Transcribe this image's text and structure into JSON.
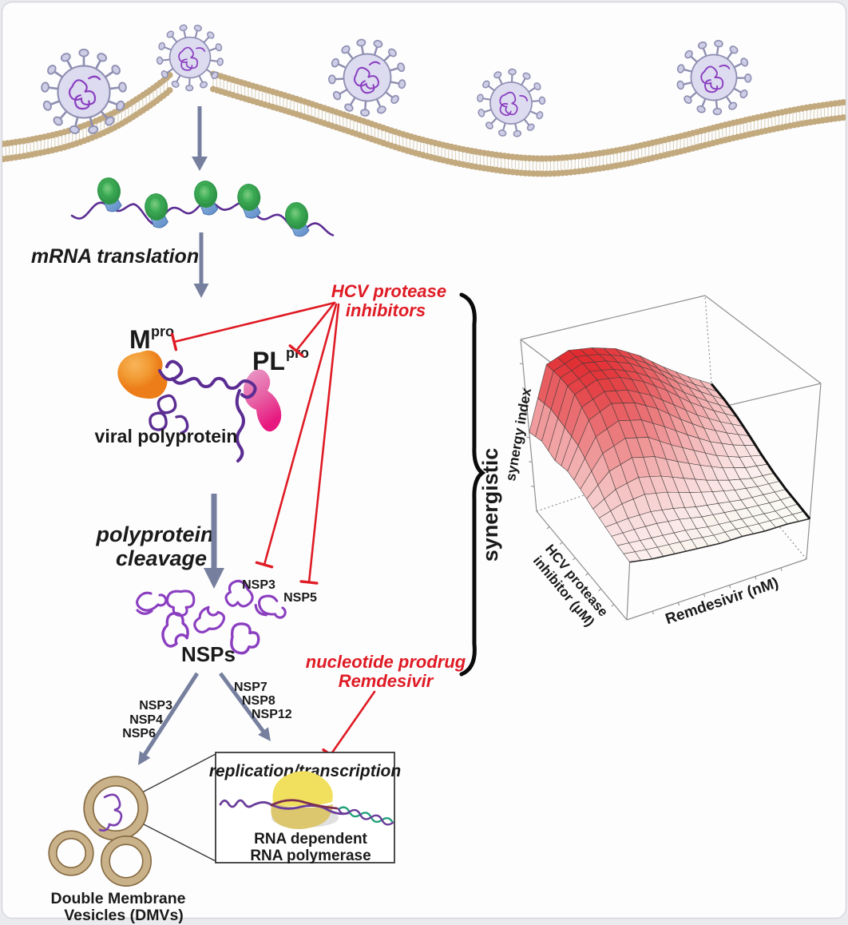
{
  "labels": {
    "mrna_translation": "mRNA translation",
    "mpro": {
      "base": "M",
      "sup": "pro"
    },
    "plpro": {
      "base": "PL",
      "sup": "pro"
    },
    "viral_polyprotein": "viral polyprotein",
    "hcv_inhibitors": {
      "line1": "HCV protease",
      "line2": "inhibitors"
    },
    "polyprotein_cleavage": {
      "line1": "polyprotein",
      "line2": "cleavage"
    },
    "nsp3_tag": "NSP3",
    "nsp5_tag": "NSP5",
    "nsps": "NSPs",
    "dmv_pathway_nsps": [
      "NSP3",
      "NSP4",
      "NSP6"
    ],
    "rtc_pathway_nsps": [
      "NSP7",
      "NSP8",
      "NSP12"
    ],
    "remdesivir": {
      "line1": "nucleotide prodrug",
      "line2": "Remdesivir"
    },
    "replication_title": "replication/transcription",
    "rdrp": {
      "line1": "RNA dependent",
      "line2": "RNA polymerase"
    },
    "dmv": {
      "line1": "Double Membrane",
      "line2": "Vesicles (DMVs)"
    },
    "synergistic": "synergistic"
  },
  "colors": {
    "inhibitor_red": "#df1b24",
    "arrow_slate": "#76809e",
    "rna_purple": "#5b2d92",
    "nsp_purple": "#8b3fc0",
    "membrane_tan": "#c2a97e",
    "surface_peak_red": "#e0282d"
  },
  "chart_data": {
    "type": "surface",
    "title": "",
    "xlabel": "Remdesivir (nM)",
    "ylabel_line1": "HCV protease",
    "ylabel_line2": "inhibitor (μM)",
    "zlabel": "synergy index",
    "annotation": "synergistic",
    "z_range": [
      0,
      1
    ],
    "z_grid": [
      [
        0.3,
        0.28,
        0.27,
        0.26,
        0.25,
        0.25,
        0.24,
        0.24,
        0.23
      ],
      [
        0.32,
        0.31,
        0.3,
        0.29,
        0.27,
        0.26,
        0.25,
        0.24,
        0.24
      ],
      [
        0.35,
        0.36,
        0.36,
        0.34,
        0.31,
        0.29,
        0.27,
        0.26,
        0.25
      ],
      [
        0.38,
        0.45,
        0.48,
        0.45,
        0.4,
        0.35,
        0.31,
        0.28,
        0.27
      ],
      [
        0.42,
        0.58,
        0.63,
        0.6,
        0.52,
        0.45,
        0.38,
        0.33,
        0.3
      ],
      [
        0.45,
        0.7,
        0.76,
        0.73,
        0.66,
        0.56,
        0.47,
        0.4,
        0.34
      ],
      [
        0.44,
        0.78,
        0.83,
        0.81,
        0.75,
        0.66,
        0.55,
        0.46,
        0.38
      ],
      [
        0.48,
        0.81,
        0.86,
        0.84,
        0.79,
        0.71,
        0.6,
        0.5,
        0.41
      ],
      [
        0.46,
        0.82,
        0.87,
        0.85,
        0.81,
        0.73,
        0.62,
        0.52,
        0.43
      ]
    ]
  }
}
